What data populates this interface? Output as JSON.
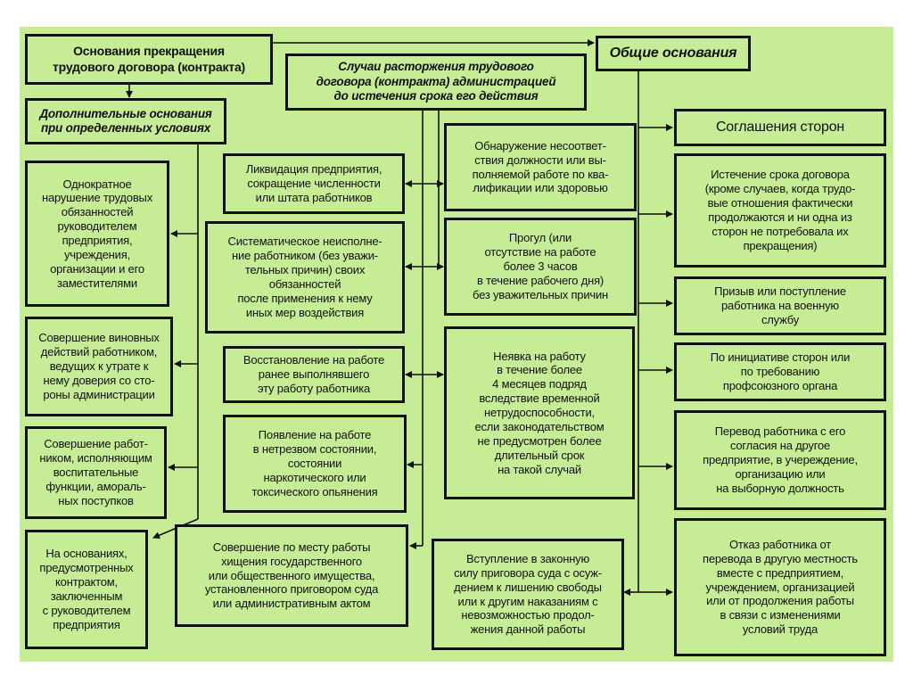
{
  "diagram": {
    "root": "Основания прекращения\nтрудового договора (контракта)",
    "general": "Общие основания",
    "admin": "Случаи расторжения трудового\nдоговора (контракта) администрацией\nдо истечения срока его действия",
    "additional": "Дополнительные основания\nпри определенных условиях",
    "additional_items": [
      "Однократное\nнарушение трудовых\nобязанностей\nруководителем\nпредприятия,\nучреждения,\nорганизации и его\nзаместителями",
      "Совершение виновных\nдействий работником,\nведущих к утрате к\nнему доверия со сто-\nроны администрации",
      "Совершение работ-\nником, исполняющим\nвоспитательные\nфункции, амораль-\nных поступков",
      "На основаниях,\nпредусмотренных\nконтрактом,\nзаключенным\nс руководителем\nпредприятия"
    ],
    "admin_left": [
      "Ликвидация предприятия,\nсокращение численности\nили штата работников",
      "Систематическое неисполне-\nние работником (без уважи-\nтельных причин) своих\nобязанностей\nпосле применения к нему\nиных мер воздействия",
      "Восстановление на работе\nранее выполнявшего\nэту работу работника",
      "Появление на работе\nв нетрезвом состоянии,\nсостоянии\nнаркотического или\nтоксического опьянения",
      "Совершение по месту работы\nхищения государственного\nили общественного имущества,\nустановленного приговором суда\nили административным актом"
    ],
    "admin_right": [
      "Обнаружение несоответ-\nствия должности или вы-\nполняемой работе по ква-\nлификации или здоровью",
      "Прогул (или\nотсутствие на работе\nболее 3 часов\nв течение рабочего дня)\nбез уважительных причин",
      "Неявка на работу\nв течение более\n4 месяцев подряд\nвследствие временной\nнетрудоспособности,\nесли законодательством\nне предусмотрен более\nдлительный срок\nна такой случай",
      "Вступление в законную\nсилу приговора суда с осуж-\nдением к лишению свободы\nили к другим наказаниям с\nневозможностью продол-\nжения данной работы"
    ],
    "general_items": [
      "Соглашения сторон",
      "Истечение срока договора\n(кроме случаев, когда трудо-\nвые отношения фактически\nпродолжаются и ни одна из\nсторон не потребовала их\nпрекращения)",
      "Призыв или поступление\nработника на военную\nслужбу",
      "По инициативе сторон или\nпо требованию\nпрофсоюзного органа",
      "Перевод работника с его\nсогласия на другое\nпредприятие, в учереждение,\nорганизацию или\nна выборную должность",
      "Отказ работника от\nперевода в другую местность\nвместе с предприятием,\nучреждением, организацией\nили от продолжения работы\nв связи с изменениями\nусловий труда"
    ]
  },
  "colors": {
    "panel": "#c6ed95",
    "border": "#111111"
  }
}
